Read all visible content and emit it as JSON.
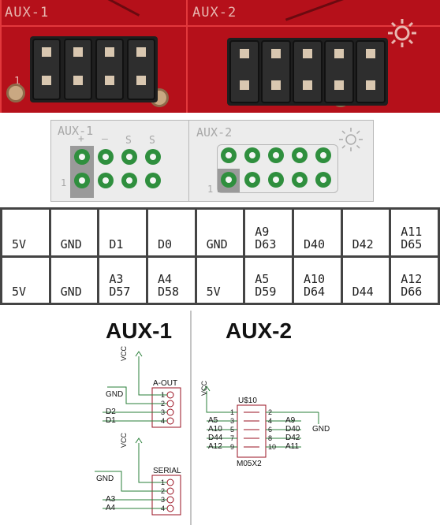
{
  "photo": {
    "aux1_label": "AUX-1",
    "aux2_label": "AUX-2",
    "pin1_label": "1"
  },
  "silkscreen": {
    "aux1_label": "AUX-1",
    "aux2_label": "AUX-2",
    "sym_plus": "+",
    "sym_minus": "–",
    "sym_s1": "S",
    "sym_s2": "S",
    "pin1_left": "1",
    "pin1_right": "1"
  },
  "table": {
    "row1": [
      "5V",
      "GND",
      "D1",
      "D0",
      "GND",
      "A9\nD63",
      "D40",
      "D42",
      "A11\nD65"
    ],
    "row2": [
      "5V",
      "GND",
      "A3\nD57",
      "A4\nD58",
      "5V",
      "A5\nD59",
      "A10\nD64",
      "D44",
      "A12\nD66"
    ]
  },
  "schematic": {
    "aux1_title": "AUX-1",
    "aux2_title": "AUX-2",
    "aout": {
      "vcc": "VCC",
      "name": "A-OUT",
      "gnd": "GND",
      "net3": "D2",
      "net4": "D1",
      "pins": [
        "1",
        "2",
        "3",
        "4"
      ]
    },
    "serial": {
      "vcc": "VCC",
      "name": "SERIAL",
      "gnd": "GND",
      "net3": "A3",
      "net4": "A4",
      "pins": [
        "1",
        "2",
        "3",
        "4"
      ]
    },
    "aux2": {
      "vcc": "VCC",
      "ref": "U$10",
      "part": "M05X2",
      "gnd": "GND",
      "left_nets": [
        "A5",
        "A10",
        "D44",
        "A12"
      ],
      "left_pins": [
        "1",
        "3",
        "5",
        "7",
        "9"
      ],
      "right_pins": [
        "2",
        "4",
        "6",
        "8",
        "10"
      ],
      "right_nets": [
        "A9",
        "D40",
        "D42",
        "A11"
      ]
    }
  }
}
